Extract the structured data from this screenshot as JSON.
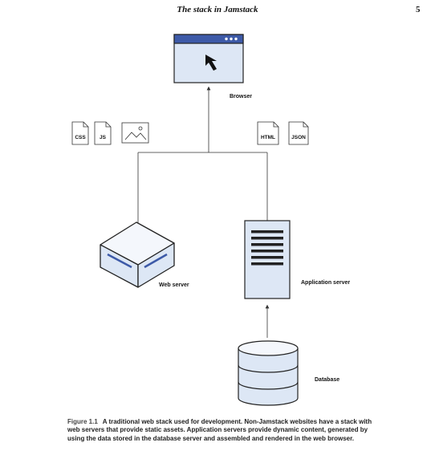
{
  "header": {
    "title": "The stack in Jamstack",
    "page_number": "5"
  },
  "diagram": {
    "browser_label": "Browser",
    "web_server_label": "Web server",
    "app_server_label": "Application server",
    "database_label": "Database",
    "static_files": [
      "CSS",
      "JS"
    ],
    "dynamic_files": [
      "HTML",
      "JSON"
    ],
    "accent_color": "#3d5aa8",
    "fill_color": "#dde7f5"
  },
  "caption": {
    "number": "Figure 1.1",
    "text": "A traditional web stack used for development. Non-Jamstack websites have a stack with web servers that provide static assets. Application servers provide dynamic content, generated by using the data stored in the database server and assembled and rendered in the web browser."
  }
}
